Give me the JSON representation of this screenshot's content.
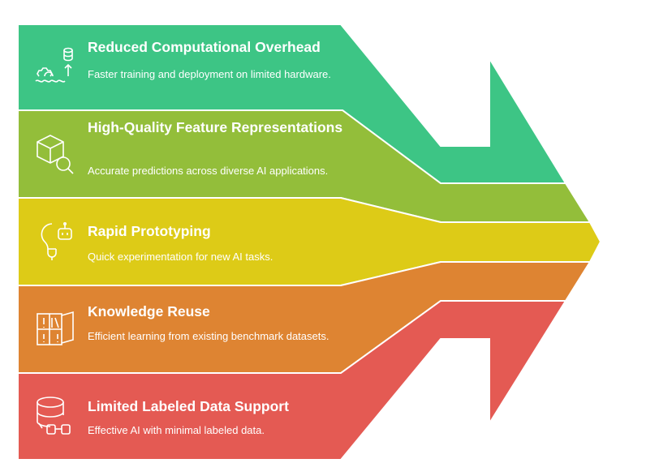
{
  "colors": {
    "green": "#3DC585",
    "lime": "#93BE3A",
    "yellow": "#DDCB17",
    "orange": "#DE8432",
    "red": "#E45A53"
  },
  "items": [
    {
      "title": "Reduced Computational Overhead",
      "desc": "Faster training and deployment on limited hardware.",
      "icon": "gear-database-arrow-icon"
    },
    {
      "title": "High-Quality Feature Representations",
      "desc": "Accurate predictions across diverse AI applications.",
      "icon": "cube-search-icon"
    },
    {
      "title": "Rapid Prototyping",
      "desc": "Quick experimentation for new AI tasks.",
      "icon": "lightbulb-robot-icon"
    },
    {
      "title": "Knowledge Reuse",
      "desc": "Efficient learning from existing benchmark datasets.",
      "icon": "bookshelf-icon"
    },
    {
      "title": "Limited Labeled Data Support",
      "desc": "Effective AI with minimal labeled data.",
      "icon": "database-link-icon"
    }
  ]
}
